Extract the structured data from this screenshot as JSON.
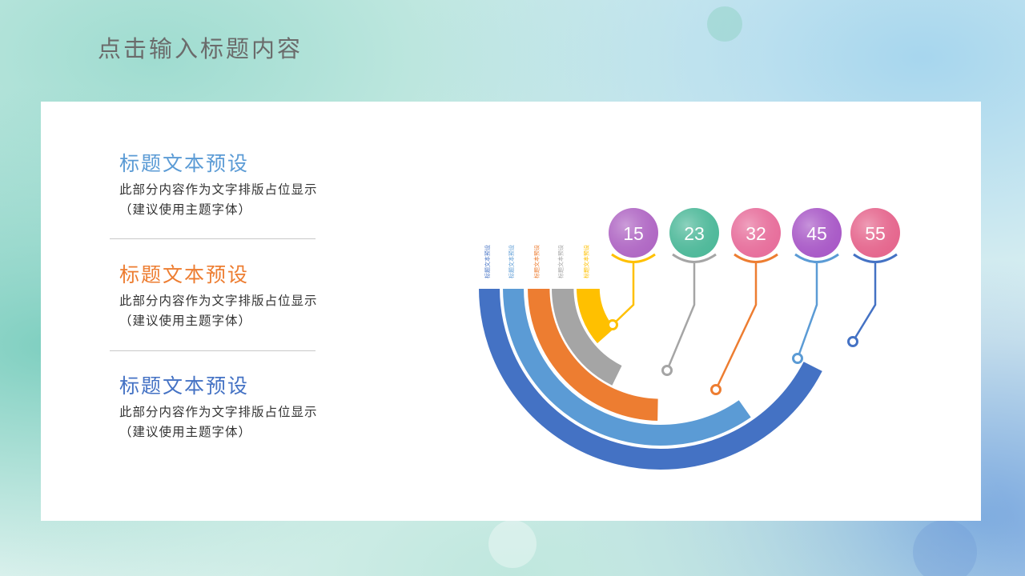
{
  "slide": {
    "title": "点击输入标题内容"
  },
  "items": [
    {
      "title": "标题文本预设",
      "desc_line1": "此部分内容作为文字排版占位显示",
      "desc_line2": "（建议使用主题字体）",
      "color": "#5b9bd5"
    },
    {
      "title": "标题文本预设",
      "desc_line1": "此部分内容作为文字排版占位显示",
      "desc_line2": "（建议使用主题字体）",
      "color": "#ed7d31"
    },
    {
      "title": "标题文本预设",
      "desc_line1": "此部分内容作为文字排版占位显示",
      "desc_line2": "（建议使用主题字体）",
      "color": "#4472c4"
    }
  ],
  "colors": {
    "blue_dark": "#4472c4",
    "blue_light": "#5b9bd5",
    "orange": "#ed7d31",
    "gray": "#a5a5a5",
    "yellow": "#ffc000"
  },
  "chart_data": {
    "type": "radial bar",
    "arc_labels": [
      "标题文本预设",
      "标题文本预设",
      "标题文本预设",
      "标题文本预设",
      "标题文本预设"
    ],
    "values": [
      15,
      23,
      32,
      45,
      55
    ],
    "value_labels": [
      "15",
      "23",
      "32",
      "45",
      "55"
    ],
    "value_circle_colors": [
      "#b068c4",
      "#4fb99a",
      "#e76f9c",
      "#a95ac7",
      "#e5678e"
    ],
    "series": [
      {
        "value": 55,
        "color": "#4472c4"
      },
      {
        "value": 45,
        "color": "#5b9bd5"
      },
      {
        "value": 32,
        "color": "#ed7d31"
      },
      {
        "value": 23,
        "color": "#a5a5a5"
      },
      {
        "value": 15,
        "color": "#ffc000"
      }
    ]
  }
}
